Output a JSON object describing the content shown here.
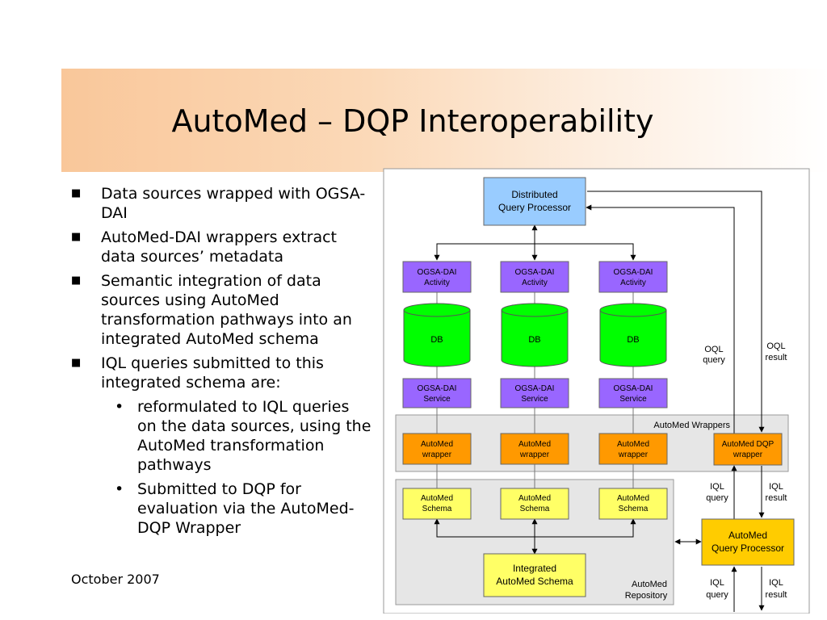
{
  "slide": {
    "title": "AutoMed – DQP Interoperability",
    "footer_date": "October 2007"
  },
  "bullets": [
    {
      "text": "Data sources wrapped with OGSA-DAI"
    },
    {
      "text": "AutoMed-DAI wrappers extract data sources’ metadata"
    },
    {
      "text": "Semantic integration of data sources using AutoMed transformation pathways into an integrated AutoMed schema"
    },
    {
      "text": "IQL queries submitted to this integrated schema are:"
    }
  ],
  "sub_bullets": [
    {
      "text": "reformulated to IQL queries on the data sources, using the AutoMed transformation pathways"
    },
    {
      "text": "Submitted to DQP for evaluation via the AutoMed-DQP Wrapper"
    }
  ],
  "diagram": {
    "dqp": [
      "Distributed",
      "Query Processor"
    ],
    "activity": [
      "OGSA-DAI",
      "Activity"
    ],
    "db": "DB",
    "service": [
      "OGSA-DAI",
      "Service"
    ],
    "wrappers_group": "AutoMed Wrappers",
    "wrapper": [
      "AutoMed",
      "wrapper"
    ],
    "dqp_wrapper": [
      "AutoMed DQP",
      "wrapper"
    ],
    "schema": [
      "AutoMed",
      "Schema"
    ],
    "integrated": [
      "Integrated",
      "AutoMed Schema"
    ],
    "repository": [
      "AutoMed",
      "Repository"
    ],
    "query_processor": [
      "AutoMed",
      "Query Processor"
    ],
    "oql_query": [
      "OQL",
      "query"
    ],
    "oql_result": [
      "OQL",
      "result"
    ],
    "iql_query": [
      "IQL",
      "query"
    ],
    "iql_result": [
      "IQL",
      "result"
    ]
  },
  "colors": {
    "dqp_fill": "#99ccff",
    "activity_fill": "#9966ff",
    "db_fill": "#00ff00",
    "wrapper_fill": "#ff9900",
    "schema_fill": "#ffff66",
    "qp_fill": "#ffcc00",
    "group_fill": "#e6e6e6"
  }
}
